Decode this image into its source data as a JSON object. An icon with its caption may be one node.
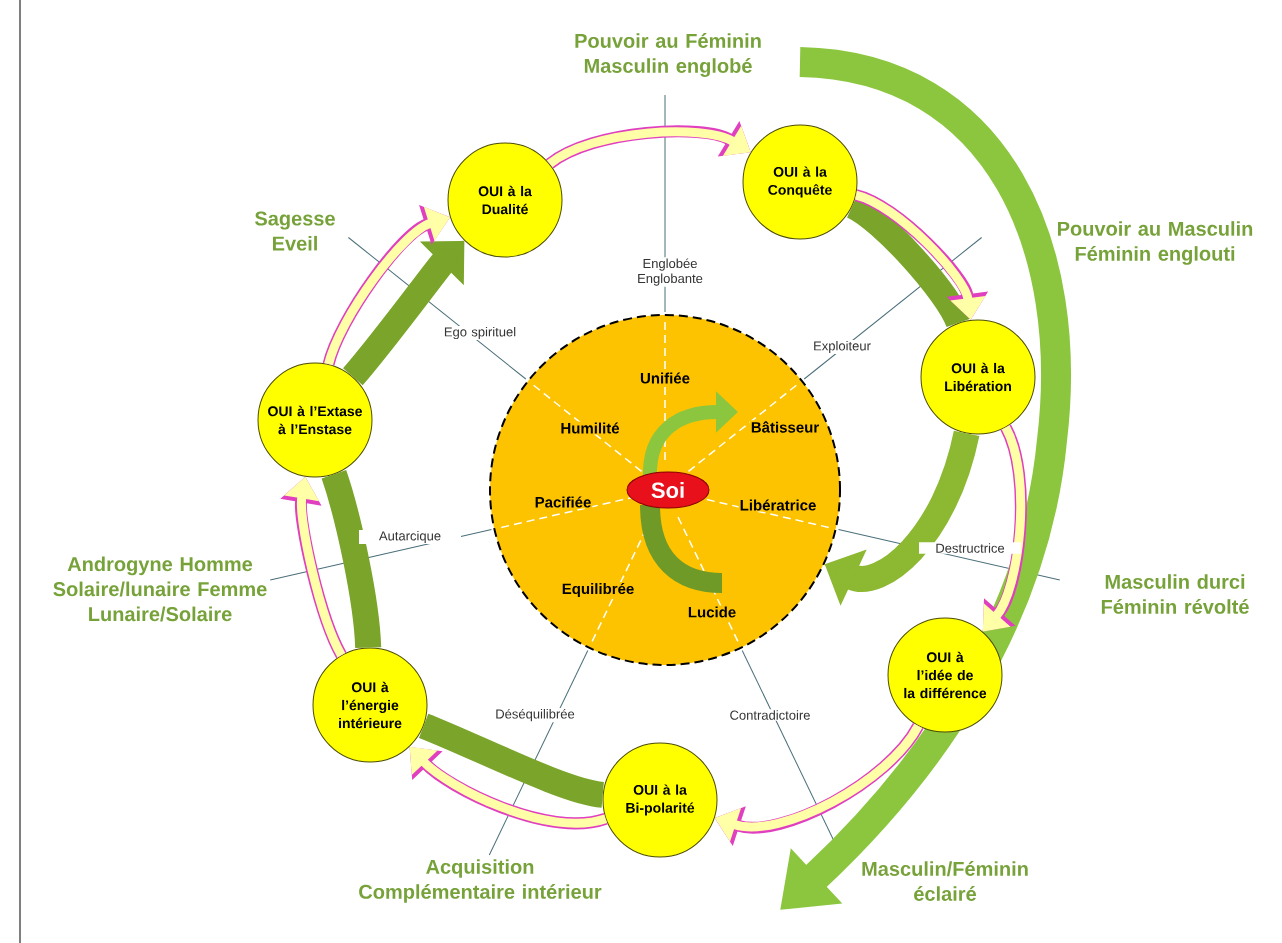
{
  "diagram": {
    "nodes": [
      {
        "text": [
          "Unifiée",
          "Humilité",
          "Bâtisseur",
          "Pacifiée",
          "Libératrice",
          "Equilibrée",
          "Lucide"
        ]
      },
      {
        "text": [
          "Soi"
        ],
        "in": 0
      },
      {
        "text": [
          "OUI à la Dualité"
        ]
      },
      {
        "text": [
          "OUI à la Conquête"
        ]
      },
      {
        "text": [
          "OUI à la Libération"
        ]
      },
      {
        "text": [
          "OUI à l’idée de la différence"
        ]
      },
      {
        "text": [
          "OUI à la Bi-polarité"
        ]
      },
      {
        "text": [
          "OUI à l’énergie intérieure"
        ]
      },
      {
        "text": [
          "OUI à l’Extase à l’Enstase"
        ]
      }
    ],
    "edges": [
      {
        "from": 2,
        "to": 3,
        "arrow": "to"
      },
      {
        "from": 3,
        "to": 4,
        "arrow": "to"
      },
      {
        "from": 4,
        "to": 5,
        "arrow": "to"
      },
      {
        "from": 5,
        "to": 6,
        "arrow": "to"
      },
      {
        "from": 6,
        "to": 7,
        "arrow": "to"
      },
      {
        "from": 7,
        "to": 8,
        "arrow": "to"
      },
      {
        "from": 8,
        "to": 2,
        "arrow": "to"
      },
      {
        "from": 6,
        "to": 7,
        "arrow": "none",
        "style": "thick",
        "color": "#7aa42a"
      },
      {
        "from": 7,
        "to": 8,
        "arrow": "none",
        "style": "thick",
        "color": "#7aa42a"
      },
      {
        "from": 8,
        "to": 2,
        "arrow": "to",
        "style": "thick",
        "color": "#7aa42a"
      },
      {
        "from": 3,
        "to": 4,
        "arrow": "none",
        "style": "thick",
        "color": "#7aa42a"
      },
      {
        "from": 4,
        "to": 0,
        "arrow": "to",
        "style": "thick",
        "color": "#8cb832"
      }
    ],
    "labels": [
      "Pouvoir au Féminin Masculin englobé",
      "Sagesse Eveil",
      "Pouvoir au Masculin Féminin englouti",
      "Englobée Englobante",
      "Ego spirituel",
      "Exploiteur",
      "Autarcique",
      "Destructrice",
      "Androgyne Homme Solaire/lunaire Femme Lunaire/Solaire",
      "Masculin durci Féminin révolté",
      "Déséquilibrée",
      "Contradictoire",
      "Acquisition Complémentaire intérieur",
      "Masculin/Féminin éclairé"
    ]
  }
}
